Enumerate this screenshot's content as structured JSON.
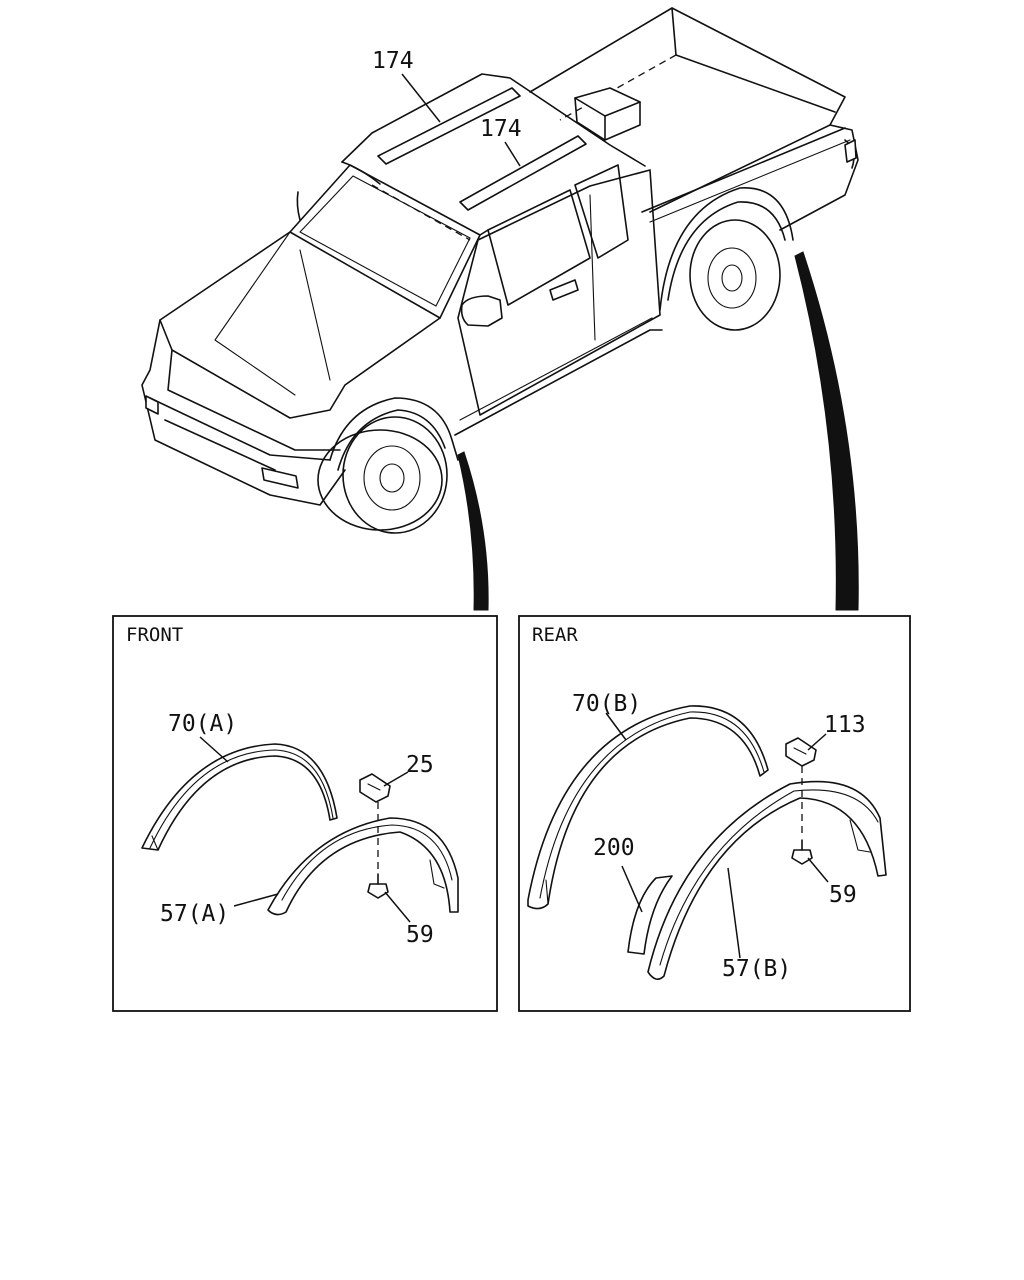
{
  "callouts": {
    "roof_rail_front": "174",
    "roof_rail_rear": "174"
  },
  "front_panel": {
    "title": "FRONT",
    "molding": "70(A)",
    "clip": "25",
    "fender_flare": "57(A)",
    "screw": "59"
  },
  "rear_panel": {
    "title": "REAR",
    "molding": "70(B)",
    "clip": "113",
    "seal": "200",
    "screw": "59",
    "fender_flare": "57(B)"
  }
}
